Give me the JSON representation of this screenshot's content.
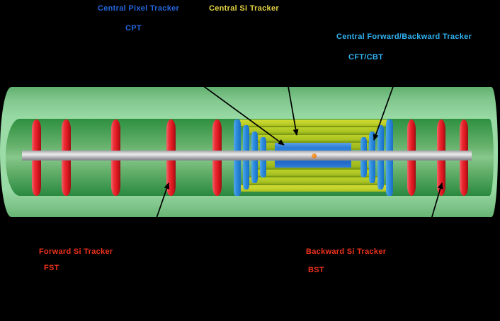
{
  "figure": {
    "type": "particle-detector cross-section diagram",
    "background_color": "#000000"
  },
  "labels": {
    "cpt_title": "Central Pixel Tracker",
    "cpt_abbrev": "CPT",
    "cst_title": "Central Si Tracker",
    "cfbt_title": "Central Forward/Backward Tracker",
    "cfbt_abbrev": "CFT/CBT",
    "fst_title": "Forward Si Tracker",
    "fst_abbrev": "FST",
    "bst_title": "Backward Si Tracker",
    "bst_abbrev": "BST"
  },
  "colors": {
    "cpt_label": "#2468e0",
    "cst_label": "#e6d545",
    "cfbt_label": "#2fb3f2",
    "fst_bst_label": "#f0321c",
    "outer_tube_light_green": "#98daa4",
    "inner_tube_green": "#68b26e",
    "si_disk_red": "#e0181f",
    "fb_disk_blue": "#2b8bdb",
    "pixel_tracker_blue": "#2e7fd9",
    "si_barrel_yellow": "#c3d32b",
    "beam_pipe_gray": "#c6c6c9",
    "interaction_point_orange": "#f5871f",
    "arrow_black": "#000000"
  },
  "components": {
    "forward_si_disk_count": 5,
    "backward_si_disk_count": 3,
    "cft_disk_count": 4,
    "cbt_disk_count": 4,
    "central_si_barrel_layer_count": 4
  }
}
